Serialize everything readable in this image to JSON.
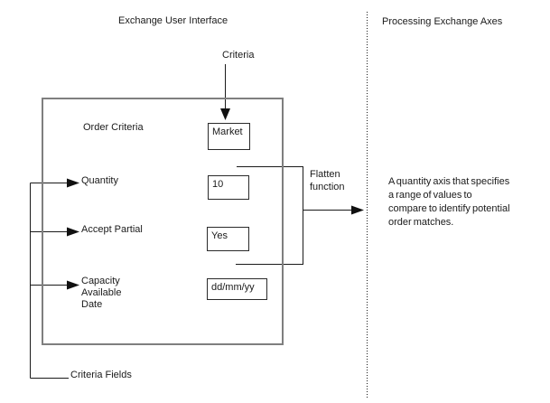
{
  "colors": {
    "background": "#ffffff",
    "line": "#1a1a1a",
    "main_box_border": "#7f7f7f",
    "text": "#1a1a1a"
  },
  "left_panel": {
    "title": "Exchange User Interface",
    "criteria_annotation": "Criteria",
    "order_criteria_label": "Order Criteria",
    "market_value": "Market",
    "fields": [
      {
        "label": "Quantity",
        "value": "10"
      },
      {
        "label": "Accept Partial",
        "value": "Yes"
      },
      {
        "label": "Capacity\nAvailable\nDate",
        "value": "dd/mm/yy"
      }
    ],
    "flatten_label": "Flatten\nfunction",
    "criteria_fields_label": "Criteria Fields"
  },
  "right_panel": {
    "title": "Processing Exchange Axes",
    "description": "A quantity axis that specifies\na range of values to\ncompare to identify potential\norder matches."
  }
}
